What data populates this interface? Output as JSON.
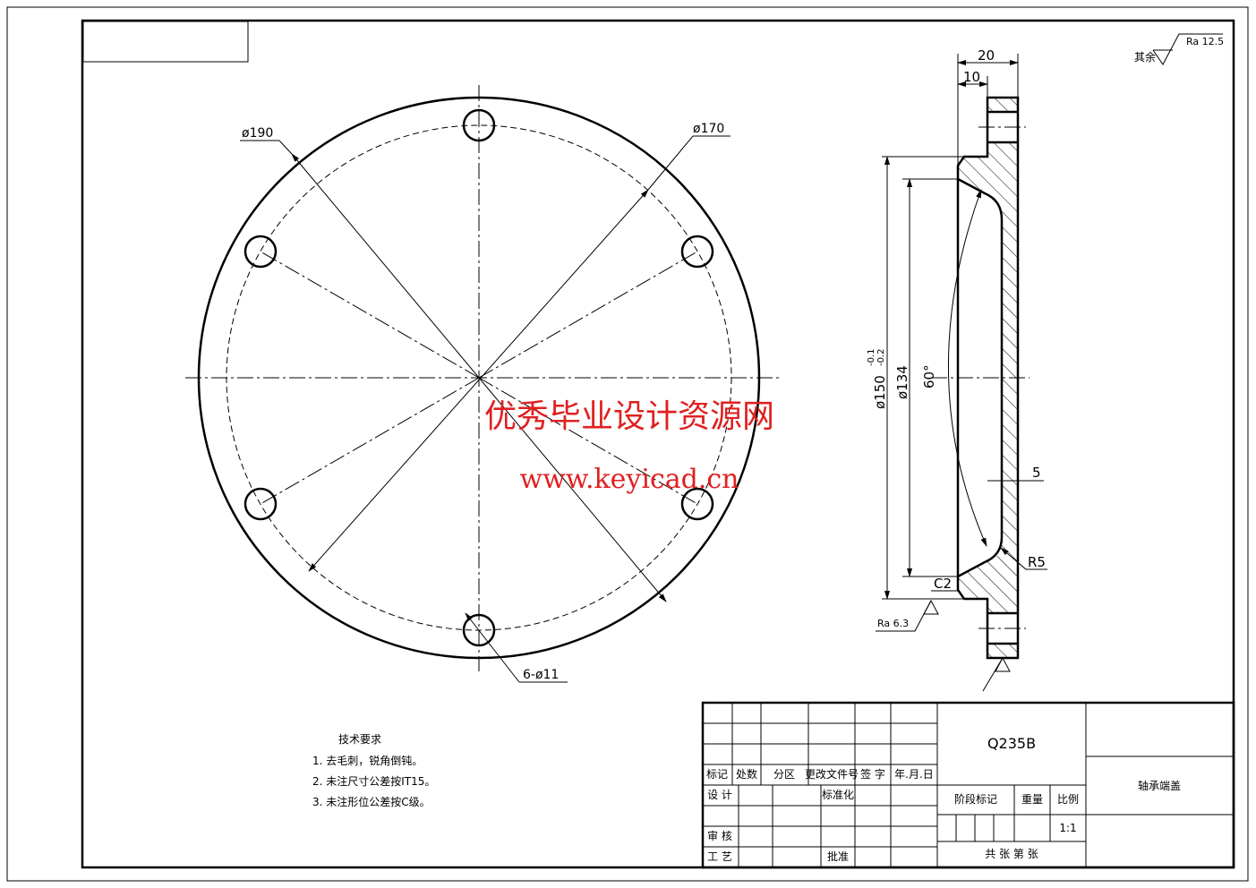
{
  "front_view": {
    "dim_outer": "ø190",
    "dim_bolt_circle": "ø170",
    "dim_holes": "6-ø11"
  },
  "side_view": {
    "dim_width": "20",
    "dim_step": "10",
    "dim_spigot": "ø150",
    "dim_spigot_tol_upper": "-0.1",
    "dim_spigot_tol_lower": "-0.2",
    "dim_inner": "ø134",
    "dim_angle": "60°",
    "dim_wall": "5",
    "dim_radius": "R5",
    "dim_chamfer": "C2",
    "roughness_face": "Ra 6.3"
  },
  "roughness_general": {
    "prefix": "其余",
    "value": "Ra 12.5"
  },
  "tech_requirements": {
    "title": "技术要求",
    "items": [
      "1. 去毛刺，锐角倒钝。",
      "2. 未注尺寸公差按IT15。",
      "3. 未注形位公差按C级。"
    ]
  },
  "title_block": {
    "headers": [
      "标记",
      "处数",
      "分区",
      "更改文件号",
      "签 字",
      "年.月.日"
    ],
    "design": "设 计",
    "standardize": "标准化",
    "review": "审 核",
    "process": "工 艺",
    "approve": "批准",
    "material": "Q235B",
    "stage_mark": "阶段标记",
    "weight": "重量",
    "scale_label": "比例",
    "scale": "1:1",
    "sheets": "共    张  第    张",
    "part_name": "轴承端盖"
  },
  "watermark": {
    "line1": "优秀毕业设计资源网",
    "line2": "www.keyicad.cn"
  }
}
